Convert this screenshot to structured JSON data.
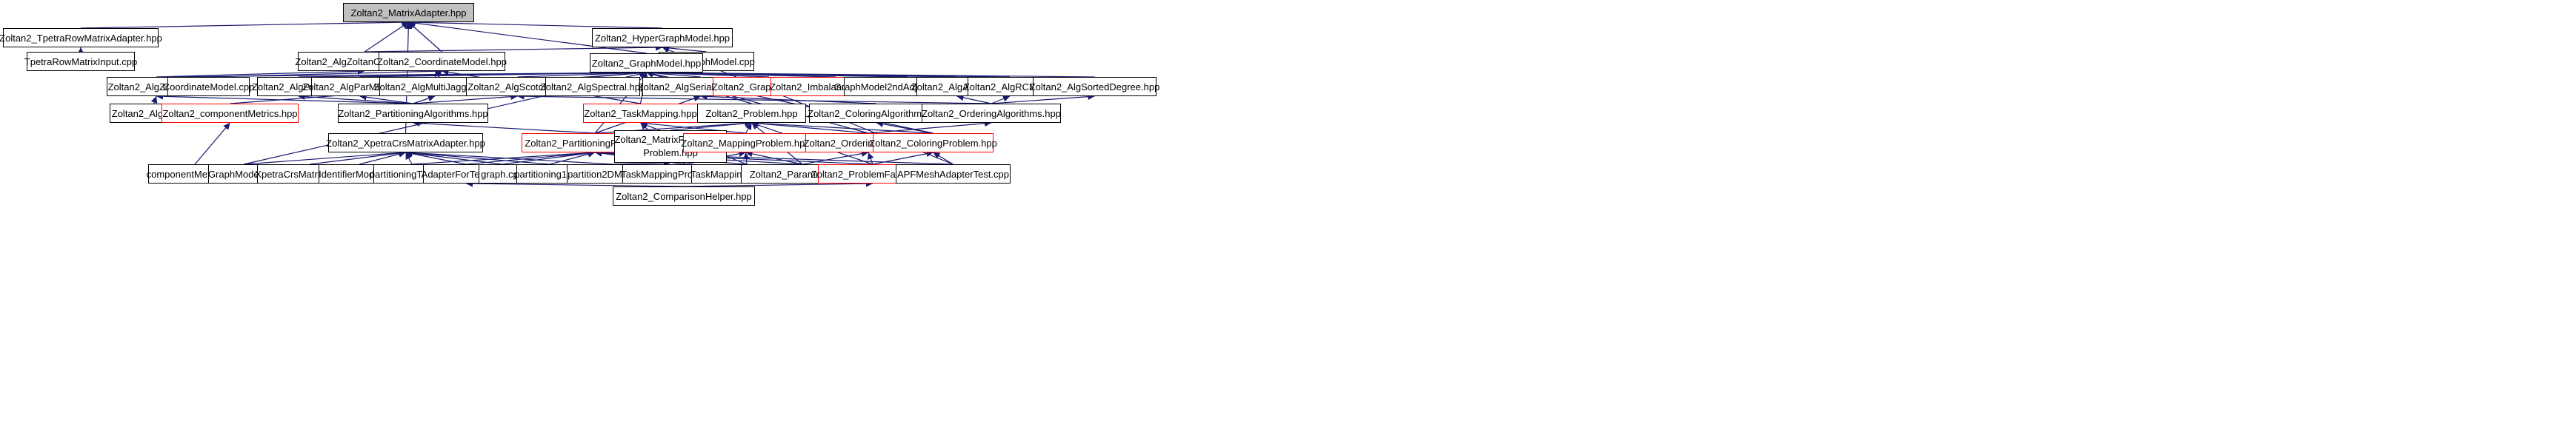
{
  "nodes": {
    "matrixadapter": "Zoltan2_MatrixAdapter.hpp",
    "tpetrarowmatrixadapter": "Zoltan2_TpetraRowMatrixAdapter.hpp",
    "tpetrarowmatrixinput": "TpetraRowMatrixInput.cpp",
    "hypergraphmodel": "Zoltan2_HyperGraphModel.hpp",
    "algzoltancallbacks": "Zoltan2_AlgZoltanCallbacks.hpp",
    "coordinatemodel": "Zoltan2_CoordinateModel.hpp",
    "hypergraphmodelcpp": "HyperGraphModel.cpp",
    "graphmodel": "Zoltan2_GraphModel.hpp",
    "algzoltan": "Zoltan2_AlgZoltan.hpp",
    "coordinatemodelcpp": "CoordinateModel.cpp",
    "algpulp": "Zoltan2_AlgPuLP.hpp",
    "algparmetis": "Zoltan2_AlgParMETIS.hpp",
    "algmultijagged": "Zoltan2_AlgMultiJagged.hpp",
    "algscotch": "Zoltan2_AlgScotch.hpp",
    "algspectral": "Zoltan2_AlgSpectral.hpp",
    "algserialgreedy": "Zoltan2_AlgSerialGreedy.hpp",
    "graphmetrics": "Zoltan2_GraphMetrics.hpp",
    "imbalancemetrics": "Zoltan2_ImbalanceMetrics.hpp",
    "graphmodel2nd": "GraphModel2ndAdjsFromAdjs.cpp",
    "algamd": "Zoltan2_AlgAMD.hpp",
    "algrcm": "Zoltan2_AlgRCM.hpp",
    "algsorteddegree": "Zoltan2_AlgSortedDegree.hpp",
    "algnd": "Zoltan2_AlgND.hpp",
    "componentmetrics": "Zoltan2_componentMetrics.hpp",
    "partitioningalgorithms": "Zoltan2_PartitioningAlgorithms.hpp",
    "taskmapping": "Zoltan2_TaskMapping.hpp",
    "problem": "Zoltan2_Problem.hpp",
    "coloringalgorithms": "Zoltan2_ColoringAlgorithms.hpp",
    "orderingalgorithms": "Zoltan2_OrderingAlgorithms.hpp",
    "xpetracrsmatrixadapter": "Zoltan2_XpetraCrsMatrixAdapter.hpp",
    "partitioningproblem": "Zoltan2_PartitioningProblem.hpp",
    "matrixpartitioningproblem_l1": "Zoltan2_MatrixPartitioning",
    "matrixpartitioningproblem_l2": "Problem.hpp",
    "mappingproblem": "Zoltan2_MappingProblem.hpp",
    "orderingproblem": "Zoltan2_OrderingProblem.hpp",
    "coloringproblem": "Zoltan2_ColoringProblem.hpp",
    "componentmetricscpp": "componentMetrics.cpp",
    "graphmodelcpp": "GraphModel.cpp",
    "xpetracrsmatrixinput": "XpetraCrsMatrixInput.cpp",
    "identifiermodel": "IdentifierModel.cpp",
    "partitioningtree": "partitioningTree.cpp",
    "adapterfortests": "AdapterForTests.hpp",
    "graphcpp": "graph.cpp",
    "partitioning1": "partitioning1.cpp",
    "partition2dmatrix": "partition2DMatrix.cpp",
    "taskmappingproblemtest": "TaskMappingProblemTest.cpp",
    "taskmappingsimulate": "TaskMappingSimulate.cpp",
    "parameters": "Zoltan2_Parameters.cpp",
    "problemfactory": "Zoltan2_ProblemFactory.hpp",
    "apfmeshadaptertest": "APFMeshAdapterTest.cpp",
    "comparisonhelper": "Zoltan2_ComparisonHelper.hpp"
  },
  "colors": {
    "edge": "#191970",
    "node_border": "#000000",
    "incomplete_border": "#ff0000",
    "root_fill": "#c0c0c0"
  }
}
